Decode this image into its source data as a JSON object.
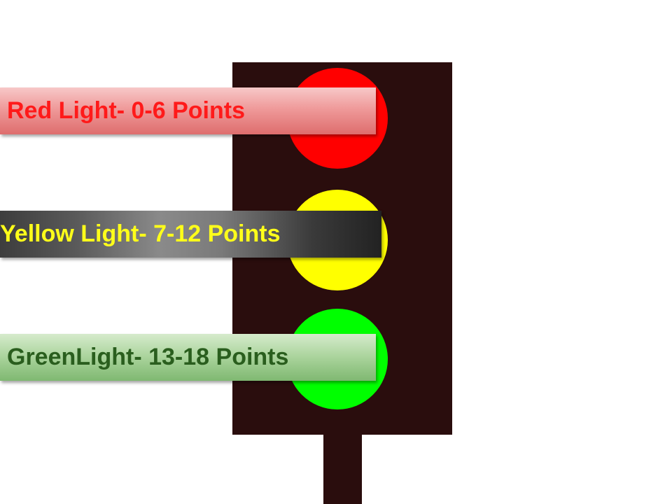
{
  "legend": {
    "red": {
      "label": "Red Light- 0-6 Points",
      "lamp_color": "#ff0000",
      "text_color": "#ff1a1a"
    },
    "yellow": {
      "label": "Yellow Light- 7-12 Points",
      "lamp_color": "#ffff00",
      "text_color": "#ffff1a"
    },
    "green": {
      "label": "GreenLight- 13-18 Points",
      "lamp_color": "#00ff00",
      "text_color": "#2a5e1e"
    }
  },
  "colors": {
    "housing": "#2a0d0d",
    "background": "#ffffff"
  }
}
